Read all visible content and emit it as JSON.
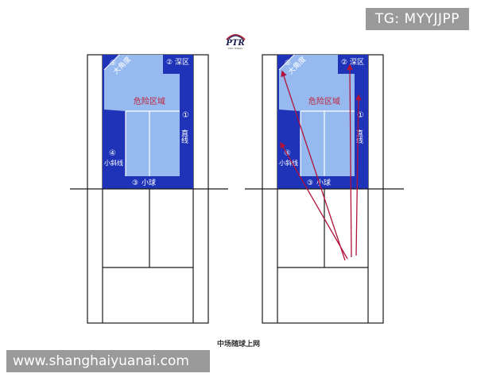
{
  "logo": {
    "text": "PTR",
    "sub": "PRO TENNIS"
  },
  "zones": {
    "wide_angle_num": "⑤",
    "wide_angle_label": "大角度",
    "deep_num": "②",
    "deep_label": "深区",
    "danger_label": "危险区域",
    "straight_num": "①",
    "straight_label": "直线",
    "short_cross_num": "④",
    "short_cross_label": "小斜线",
    "short_ball_num": "③",
    "short_ball_label": "小球"
  },
  "caption": "中场随球上网",
  "watermark_top": "TG: MYYJJPP",
  "watermark_bottom": "www.shanghaiyuanai.com",
  "colors": {
    "court_line": "#1a1a1a",
    "zone_dark": "#1e33b8",
    "zone_light": "#96b9ef",
    "label_red": "#c0243a",
    "arrow": "#b0123a"
  }
}
